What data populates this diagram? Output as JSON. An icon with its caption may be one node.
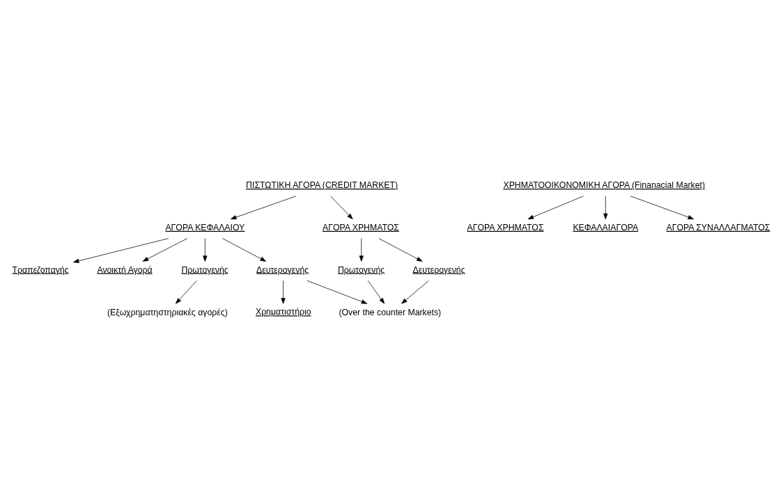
{
  "diagram": {
    "nodes": [
      {
        "text": [
          "ΠΙΣΤΩΤΙΚΗ ΑΓΟΡΑ (CREDIT MARKET)"
        ]
      },
      {
        "text": [
          "ΑΓΟΡΑ ΚΕΦΑΛΑΙΟΥ"
        ]
      },
      {
        "text": [
          "ΑΓΟΡΑ ΧΡΗΜΑΤΟΣ"
        ]
      },
      {
        "text": [
          "Τραπεζοπαγής"
        ]
      },
      {
        "text": [
          "Ανοικτή Αγορά"
        ]
      },
      {
        "text": [
          "Πρωτογενής"
        ]
      },
      {
        "text": [
          "Δευτερογενής"
        ]
      },
      {
        "text": [
          "Πρωτογενής"
        ]
      },
      {
        "text": [
          "Δευτερογενής"
        ]
      },
      {
        "text": [
          "(Over the counter Markets)"
        ]
      },
      {
        "text": [
          "(Εξωχρηματηστηριακές αγορές)"
        ]
      },
      {
        "text": [
          "Χρηματιστήριο"
        ]
      },
      {
        "text": [
          "ΧΡΗΜΑΤΟΟΙΚΟΝΟΜΙΚΗ ΑΓΟΡΑ (Finanacial Market)"
        ]
      },
      {
        "text": [
          "ΑΓΟΡΑ ΧΡΗΜΑΤΟΣ"
        ]
      },
      {
        "text": [
          "ΚΕΦΑΛΑΙΑΓΟΡΑ"
        ]
      },
      {
        "text": [
          "ΑΓΟΡΑ ΣΥΝΑΛΛΑΓΜΑΤΟΣ"
        ]
      }
    ],
    "edges": [
      {
        "from": 0,
        "to": 1,
        "arrow": "to"
      },
      {
        "from": 0,
        "to": 2,
        "arrow": "to"
      },
      {
        "from": 1,
        "to": 3,
        "arrow": "to"
      },
      {
        "from": 1,
        "to": 4,
        "arrow": "to"
      },
      {
        "from": 2,
        "to": 5,
        "arrow": "to"
      },
      {
        "from": 2,
        "to": 6,
        "arrow": "to"
      },
      {
        "from": 1,
        "to": 7,
        "arrow": "to"
      },
      {
        "from": 1,
        "to": 8,
        "arrow": "to"
      },
      {
        "from": 5,
        "to": 9,
        "arrow": "to"
      },
      {
        "from": 6,
        "to": 9,
        "arrow": "to"
      },
      {
        "from": 8,
        "to": 9,
        "arrow": "to"
      },
      {
        "from": 7,
        "to": 10,
        "arrow": "to"
      },
      {
        "from": 8,
        "to": 11,
        "arrow": "to"
      },
      {
        "from": 12,
        "to": 13,
        "arrow": "to"
      },
      {
        "from": 12,
        "to": 14,
        "arrow": "to"
      },
      {
        "from": 12,
        "to": 15,
        "arrow": "to"
      }
    ]
  }
}
